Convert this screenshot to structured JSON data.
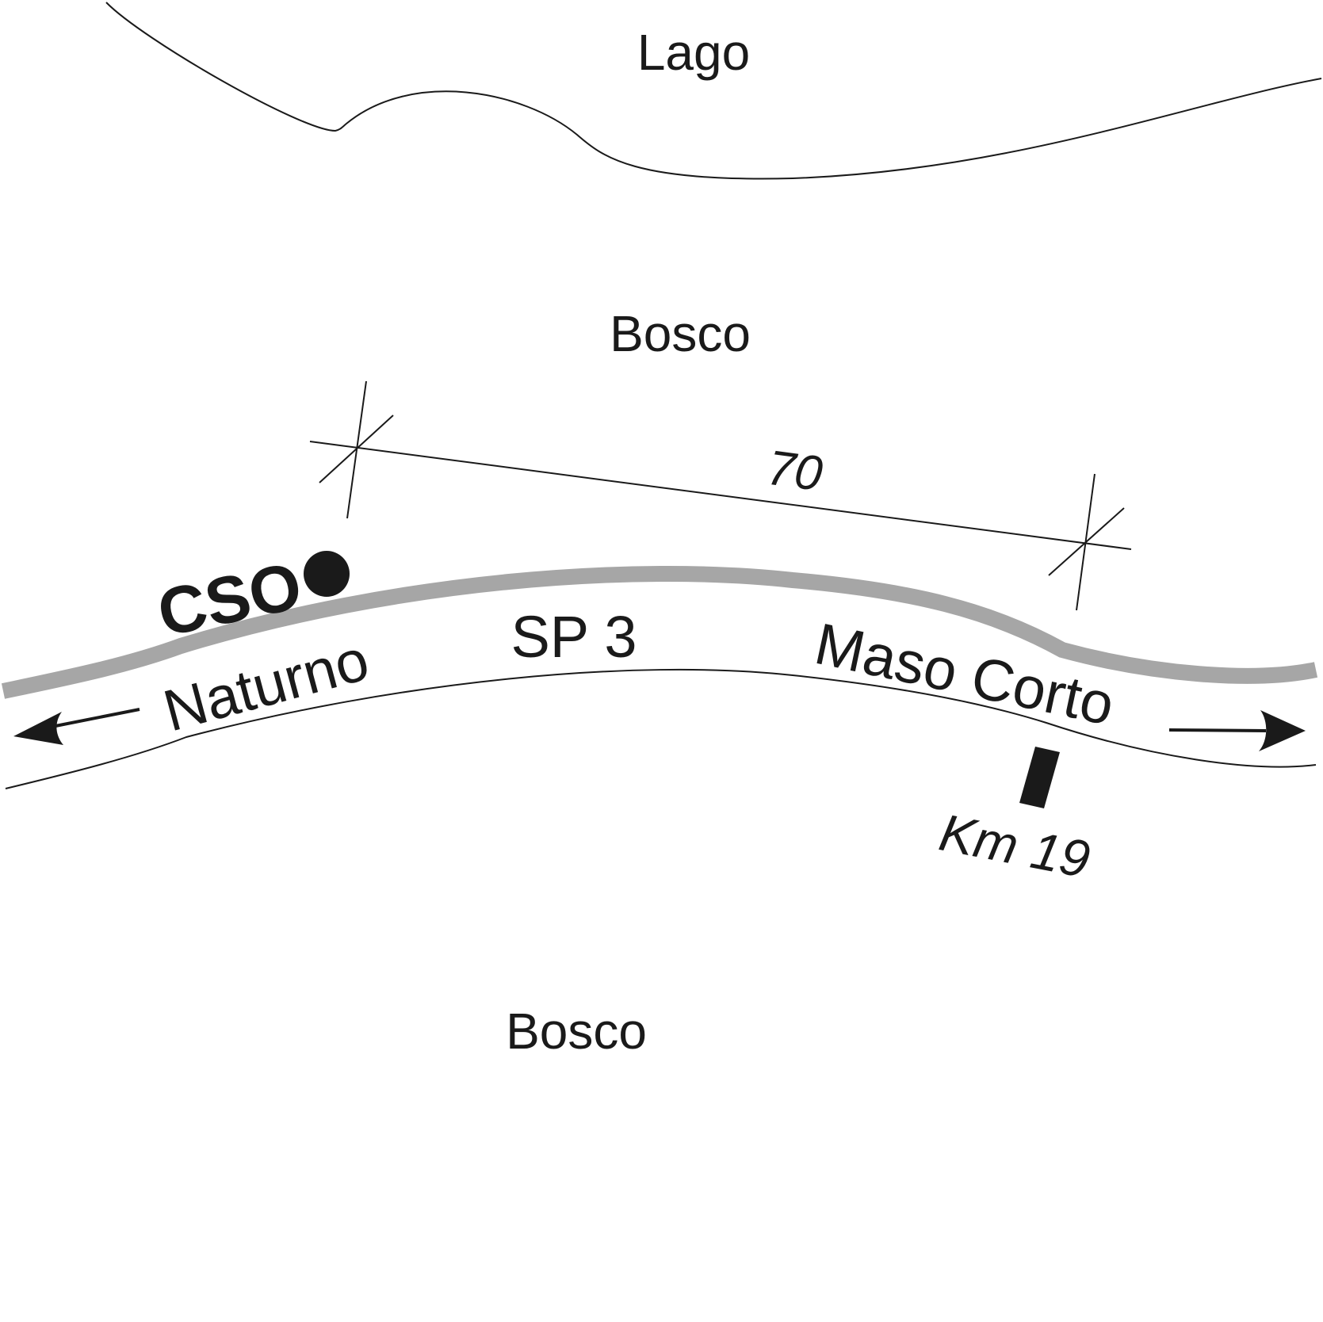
{
  "labels": {
    "lake": "Lago",
    "forest_top": "Bosco",
    "forest_bottom": "Bosco",
    "road_name": "SP 3",
    "direction_left": "Naturno",
    "direction_right": "Maso Corto",
    "distance": "70",
    "kilometer_marker": "Km 19",
    "site": "CSO"
  },
  "colors": {
    "ink": "#1a1a1a",
    "road_edge": "#a6a6a6",
    "background": "#ffffff"
  },
  "symbols": {
    "site_marker": "filled-circle",
    "kilometer_marker": "black-bar",
    "direction_arrows": "arrow-left and arrow-right"
  }
}
